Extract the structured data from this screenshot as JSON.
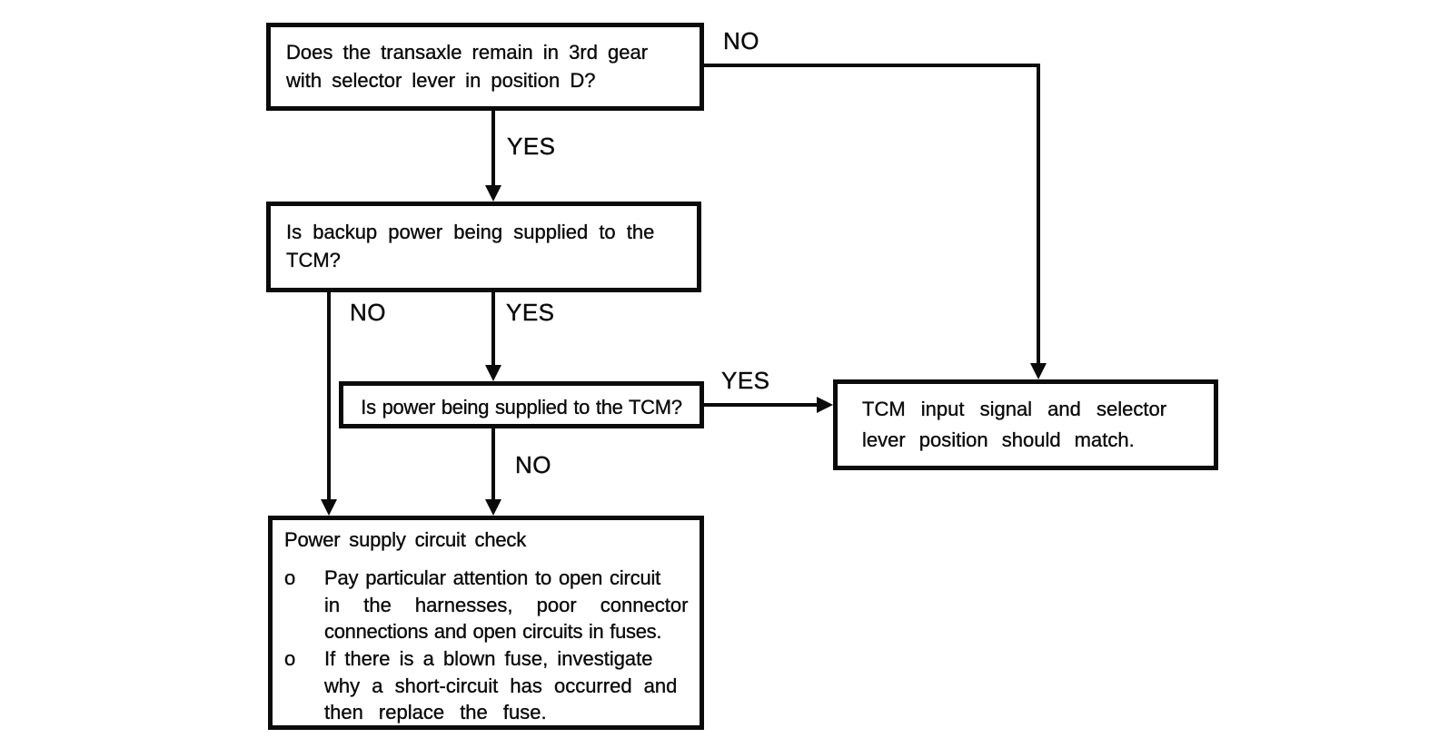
{
  "labels": {
    "yes": "YES",
    "no": "NO"
  },
  "nodes": {
    "q_transaxle": {
      "line1": "Does the transaxle remain in 3rd gear",
      "line2": "with selector lever in position D?"
    },
    "q_backup_power": {
      "line1": "Is backup power being supplied to the",
      "line2": "TCM?"
    },
    "q_tcm_power": {
      "text": "Is power being supplied to the TCM?"
    },
    "result_signal_match": {
      "line1": "TCM input signal and selector",
      "line2": "lever position should match."
    },
    "power_supply_check": {
      "title": "Power supply circuit check",
      "bullet_marker": "o",
      "bullet1": {
        "line1": "Pay particular attention to open circuit",
        "line2": "in the harnesses, poor connector",
        "line3": "connections and open circuits in fuses."
      },
      "bullet2": {
        "line1": "If there is a blown fuse, investigate",
        "line2": "why a short-circuit has occurred and",
        "line3": "then replace the fuse."
      }
    }
  },
  "colors": {
    "ink": "#0b0b0b",
    "background": "#ffffff"
  }
}
